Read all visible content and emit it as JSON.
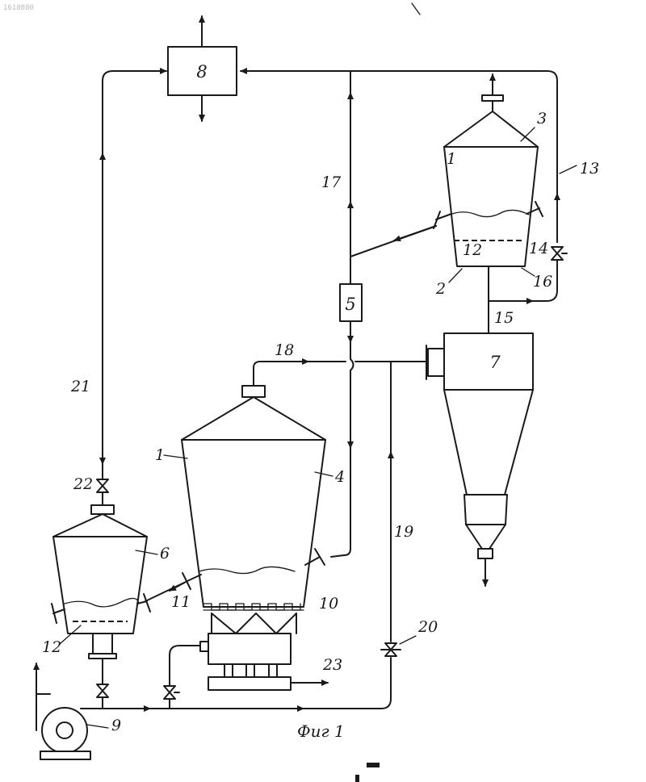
{
  "corner_code": "1618880",
  "caption": "Фиг 1",
  "blocks": {
    "b8": "8",
    "b5": "5",
    "b7": "7"
  },
  "labels": {
    "l1_top": "1",
    "l3": "3",
    "l13": "13",
    "l17": "17",
    "l12_top": "12",
    "l14": "14",
    "l2": "2",
    "l16": "16",
    "l15": "15",
    "l18": "18",
    "l21": "21",
    "l1_mid": "1",
    "l4": "4",
    "l6": "6",
    "l22": "22",
    "l19": "19",
    "l11": "11",
    "l10": "10",
    "l12_bot": "12",
    "l20": "20",
    "l23": "23",
    "l9": "9"
  }
}
